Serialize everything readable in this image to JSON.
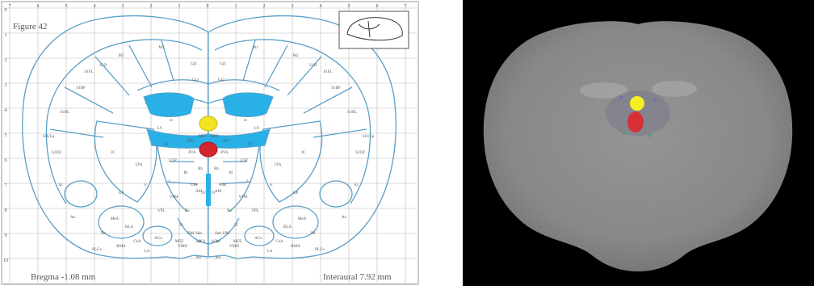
{
  "atlas": {
    "figure_label": "Figure 42",
    "bregma_label": "Bregma -1.08 mm",
    "interaural_label": "Interaural 7.92 mm",
    "top_scale": [
      "7",
      "6",
      "5",
      "4",
      "3",
      "2",
      "1",
      "0",
      "1",
      "2",
      "3",
      "4",
      "5",
      "6",
      "7"
    ],
    "left_scale": [
      "0",
      "1",
      "2",
      "3",
      "4",
      "5",
      "6",
      "7",
      "8",
      "9",
      "10"
    ],
    "region_labels": [
      "M1",
      "M2",
      "Cg1",
      "Cg2",
      "S1FL",
      "S1HL",
      "S1DZ",
      "S1BF",
      "S1Tr",
      "S1ULp",
      "S2",
      "Au",
      "IC",
      "LV",
      "CPu",
      "cc",
      "ic",
      "GP",
      "LGP",
      "Rt",
      "VPM",
      "VPL",
      "Re",
      "AM",
      "PVA",
      "MD",
      "CM",
      "Rh",
      "Sub",
      "3V",
      "ZI",
      "opt",
      "Pir",
      "BLA",
      "CeA",
      "MeA",
      "LA",
      "BMA",
      "PLCo",
      "ACo",
      "Arc",
      "MEE",
      "ST",
      "ZIV",
      "DM",
      "VMH",
      "f",
      "SCh"
    ],
    "colors": {
      "outline": "#5aa0c8",
      "ventricle": "#29b0e6",
      "highlight_yellow": "#f2e421",
      "highlight_red": "#d6252c",
      "grid": "#b8b8b8"
    }
  },
  "mri": {
    "colors": {
      "background": "#000000",
      "overlay_yellow": "#f5ee20",
      "overlay_red": "#e0282c"
    }
  }
}
